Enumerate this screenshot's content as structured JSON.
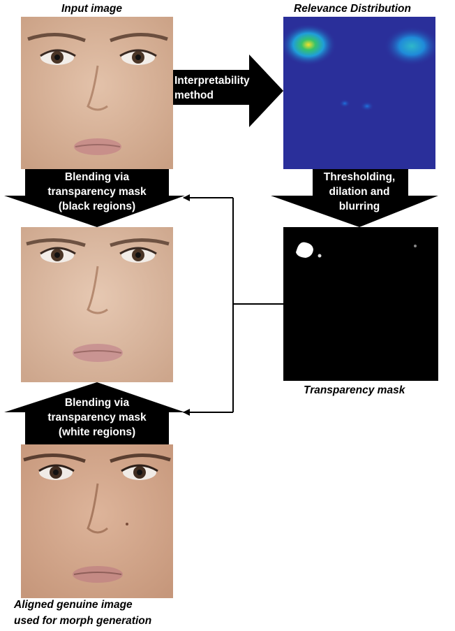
{
  "captions": {
    "input_image": "Input image",
    "relevance": "Relevance Distribution",
    "transparency_mask": "Transparency mask",
    "aligned_line1": "Aligned genuine image",
    "aligned_line2": "used for morph generation"
  },
  "arrows": {
    "interpretability": [
      "Interpretability",
      "method"
    ],
    "thresholding": [
      "Thresholding,",
      "dilation and",
      "blurring"
    ],
    "blend_black": [
      "Blending via",
      "transparency mask",
      "(black regions)"
    ],
    "blend_white": [
      "Blending via",
      "transparency mask",
      "(white regions)"
    ]
  },
  "colors": {
    "heatmap_bg": "#2a2f9a",
    "heatmap_hot": "#f5e12a",
    "mask_bg": "#000000",
    "mask_spot": "#ffffff",
    "skin": "#d9b39b",
    "arrow": "#000000"
  },
  "icons": {
    "face_input": "face-photo",
    "face_morph": "face-photo",
    "face_genuine": "face-photo"
  }
}
